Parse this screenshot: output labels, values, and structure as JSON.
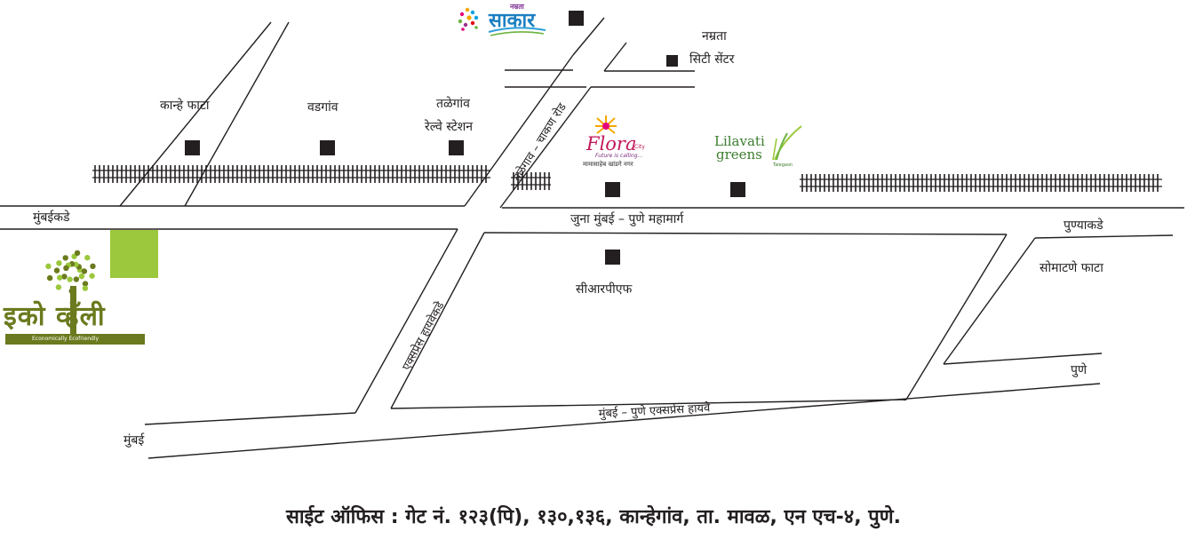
{
  "map": {
    "places": {
      "kanhe_phata": "कान्हे फाटा",
      "vadgaon": "वडगांव",
      "talegaon_line1": "तळेगांव",
      "talegaon_line2": "रेल्वे स्टेशन",
      "namrata_line1": "नम्रता",
      "namrata_line2": "सिटी सेंटर",
      "towards_mumbai": "मुंबईकडे",
      "towards_pune": "पुण्याकडे",
      "somatane_phata": "सोमाटणे फाटा",
      "crpf": "सीआरपीएफ",
      "pune": "पुणे",
      "mumbai": "मुंबई"
    },
    "roads": {
      "talegaon_chakan": "तळेगाव – चाकण रोड",
      "old_highway": "जुना मुंबई – पुणे महामार्ग",
      "towards_expressway": "एक्सप्रेस हायवेकडे",
      "expressway": "मुंबई – पुणे एक्सप्रेस हायवे"
    },
    "logos": {
      "sakar_top": "नम्रता",
      "sakar_main": "साकार",
      "flora": "Flora",
      "flora_city": "City",
      "flora_tag": "Future is calling...",
      "flora_sub": "मामासाहेब खांडगे नगर",
      "lilavati_1": "Lilavati",
      "lilavati_2": "greens",
      "lilavati_sub": "Talegaon",
      "eco_name": "इको व्हॅली",
      "eco_tag": "Economically Ecofriendly"
    },
    "colors": {
      "eco_green": "#9bc83c",
      "eco_dark": "#6b7a1e",
      "ink": "#231f20"
    }
  },
  "footer": {
    "address": "साईट ऑफिस : गेट नं. १२३(पि), १३०,१३६, कान्हेगांव, ता. मावळ, एन एच-४, पुणे."
  }
}
